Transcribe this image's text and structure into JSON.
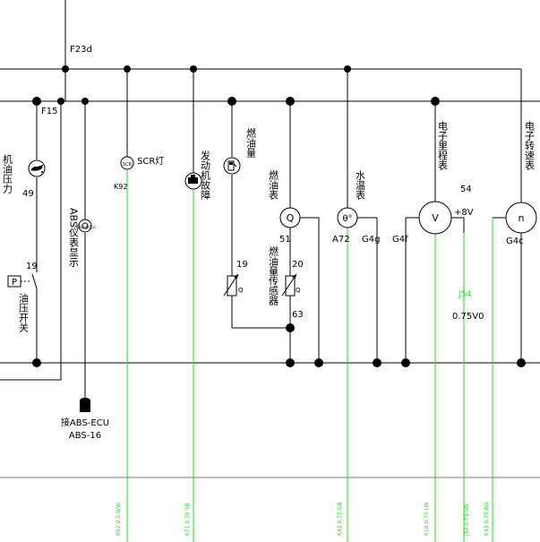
{
  "labels": {
    "f23d": "F23d",
    "f15": "F15",
    "oil_pressure_label": "机油压力",
    "n49": "49",
    "abs_label": "ABS仪表显示",
    "scr": "SCR灯",
    "k92": "K92",
    "engine_fault": "发动机故障",
    "fuel_qty": "燃油量",
    "fuel_gauge": "燃油表",
    "n51": "51",
    "fuel_sensor": "燃油量传感器",
    "n19a": "19",
    "n19b": "19",
    "n20": "20",
    "q1": "Q",
    "q2": "Q",
    "n63": "63",
    "water_temp": "水温表",
    "a72": "A72",
    "g4g": "G4g",
    "g4f": "G4f",
    "odometer": "电子里程表",
    "n54": "54",
    "plus8v": "+8V",
    "tachometer": "电子转速表",
    "g4c": "G4c",
    "oil_switch": "油压开关",
    "p_box": "P",
    "abs_ecu_1": "接ABS-ECU",
    "abs_ecu_2": "ABS-16",
    "j54": "J54",
    "wire_075v": "0.75V0",
    "sym_q": "Q",
    "sym_theta": "θ°",
    "sym_v": "V",
    "sym_n": "n",
    "scr_sym": "SCR"
  },
  "wire_codes": [
    "K92 0.5 B/W",
    "K71 0.75 YB",
    "K42 0.75 GB",
    "K18 0.75 LW",
    "J54 0.75 VO",
    "K43 0.75 BG"
  ],
  "colors": {
    "wire": "#000000",
    "green": "#22dd22",
    "gray": "#777777"
  }
}
